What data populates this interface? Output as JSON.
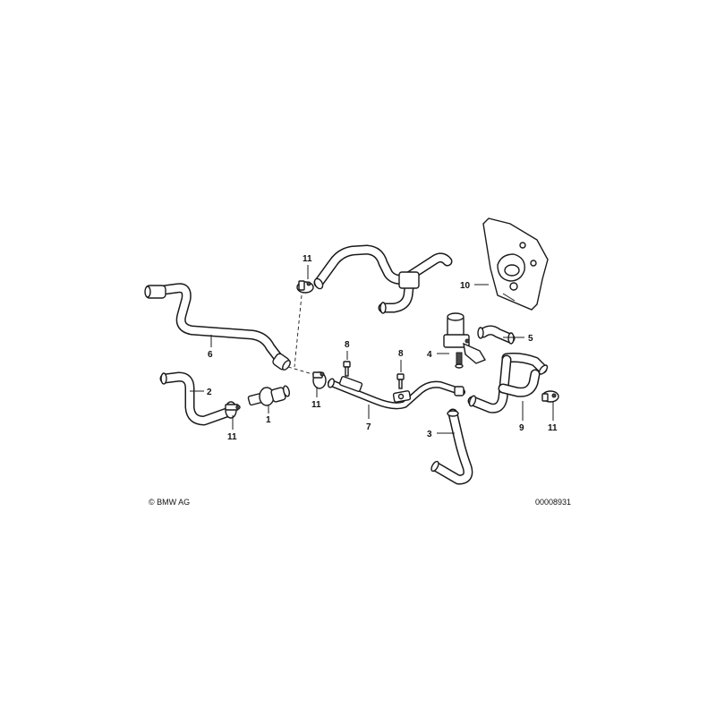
{
  "diagram": {
    "callouts": [
      {
        "id": "1",
        "label": "1"
      },
      {
        "id": "2",
        "label": "2"
      },
      {
        "id": "3",
        "label": "3"
      },
      {
        "id": "4",
        "label": "4"
      },
      {
        "id": "5",
        "label": "5"
      },
      {
        "id": "6",
        "label": "6"
      },
      {
        "id": "7",
        "label": "7"
      },
      {
        "id": "8a",
        "label": "8"
      },
      {
        "id": "8b",
        "label": "8"
      },
      {
        "id": "9",
        "label": "9"
      },
      {
        "id": "10",
        "label": "10"
      },
      {
        "id": "11a",
        "label": "11"
      },
      {
        "id": "11b",
        "label": "11"
      },
      {
        "id": "11c",
        "label": "11"
      },
      {
        "id": "11d",
        "label": "11"
      }
    ],
    "copyright": "© BMW AG",
    "drawing_number": "00008931"
  },
  "colors": {
    "line": "#1a1a1a",
    "background": "#ffffff",
    "shade": "#4a4a4a"
  }
}
